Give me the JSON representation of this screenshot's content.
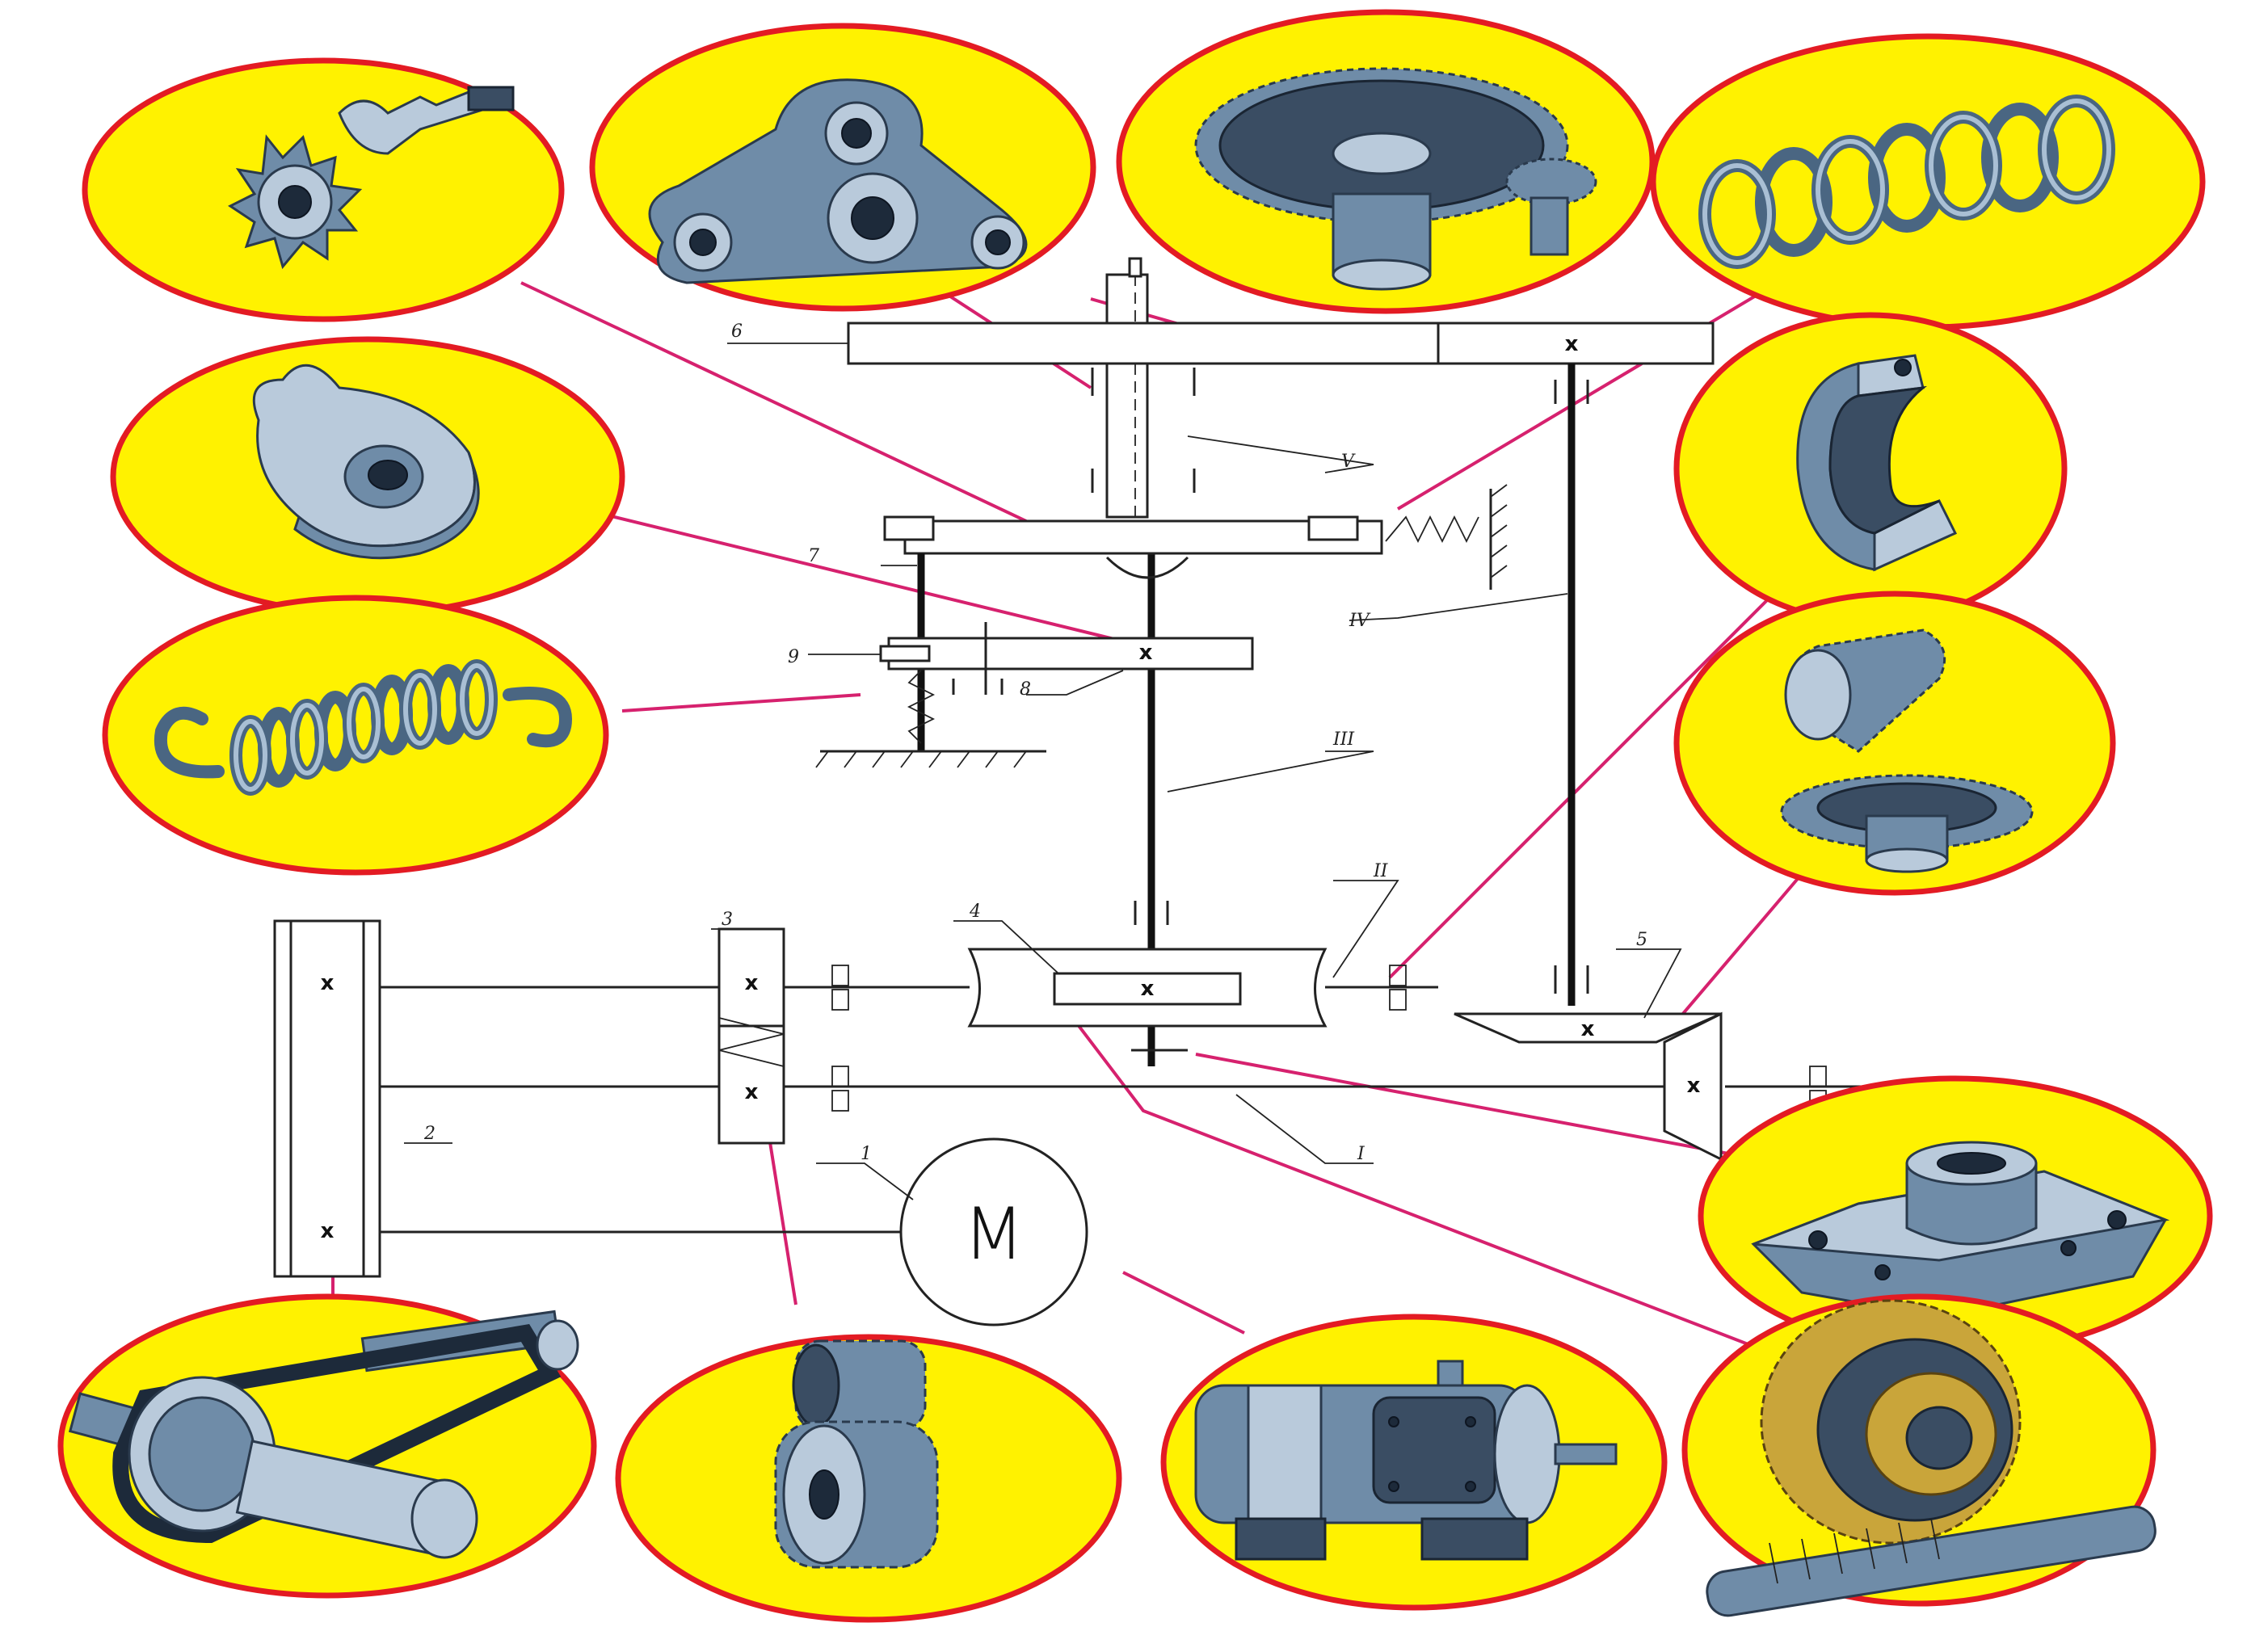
{
  "diagram": {
    "shaft_labels": {
      "I": "I",
      "II": "II",
      "III": "III",
      "IV": "IV",
      "V": "V"
    },
    "part_labels": {
      "p1": "1",
      "p2": "2",
      "p3": "3",
      "p4": "4",
      "p5": "5",
      "p6": "6",
      "p7": "7",
      "p8": "8",
      "p9": "9"
    },
    "motor_symbol": "M",
    "hub_mark": "x"
  },
  "colors": {
    "callout_fill": "#fff200",
    "callout_border": "#e31b23",
    "leader_line": "#d6216e",
    "drawing_line": "#222222"
  },
  "icons": [
    "ratchet-wheel-with-pawl-icon",
    "triangular-bracket-icon",
    "spur-gear-pair-icon",
    "compression-spring-icon",
    "cam-disc-icon",
    "bearing-half-shell-icon",
    "extension-spring-icon",
    "bevel-gear-pair-icon",
    "flange-bearing-housing-icon",
    "belt-drive-icon",
    "helical-gear-pair-icon",
    "electric-motor-icon",
    "worm-gear-icon"
  ]
}
